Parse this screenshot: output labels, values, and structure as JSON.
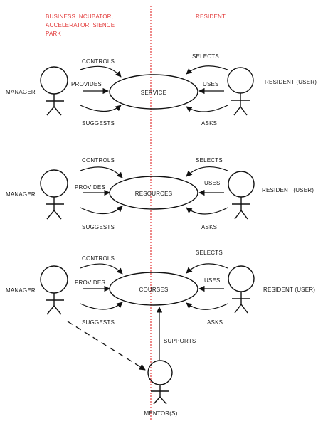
{
  "headings": {
    "left": [
      "BUSINESS INCUBATOR,",
      "ACCELERATOR, SIENCE",
      "PARK"
    ],
    "right": "RESIDENT"
  },
  "colors": {
    "divider": "#e23a3a",
    "heading": "#e23a3a",
    "lines": "#111111"
  },
  "rows": [
    {
      "manager": "MANAGER",
      "use_case": "SERVICE",
      "resident": "RESIDENT (USER)",
      "left_verbs": {
        "controls": "CONTROLS",
        "provides": "PROVIDES",
        "suggests": "SUGGESTS"
      },
      "right_verbs": {
        "selects": "SELECTS",
        "uses": "USES",
        "asks": "ASKS"
      }
    },
    {
      "manager": "MANAGER",
      "use_case": "RESOURCES",
      "resident": "RESIDENT (USER)",
      "left_verbs": {
        "controls": "CONTROLS",
        "provides": "PROVIDES",
        "suggests": "SUGGESTS"
      },
      "right_verbs": {
        "selects": "SELECTS",
        "uses": "USES",
        "asks": "ASKS"
      }
    },
    {
      "manager": "MANAGER",
      "use_case": "COURSES",
      "resident": "RESIDENT (USER)",
      "left_verbs": {
        "controls": "CONTROLS",
        "provides": "PROVIDES",
        "suggests": "SUGGESTS"
      },
      "right_verbs": {
        "selects": "SELECTS",
        "uses": "USES",
        "asks": "ASKS"
      }
    }
  ],
  "mentor": {
    "label": "MENTOR(S)",
    "relation": "SUPPORTS"
  }
}
